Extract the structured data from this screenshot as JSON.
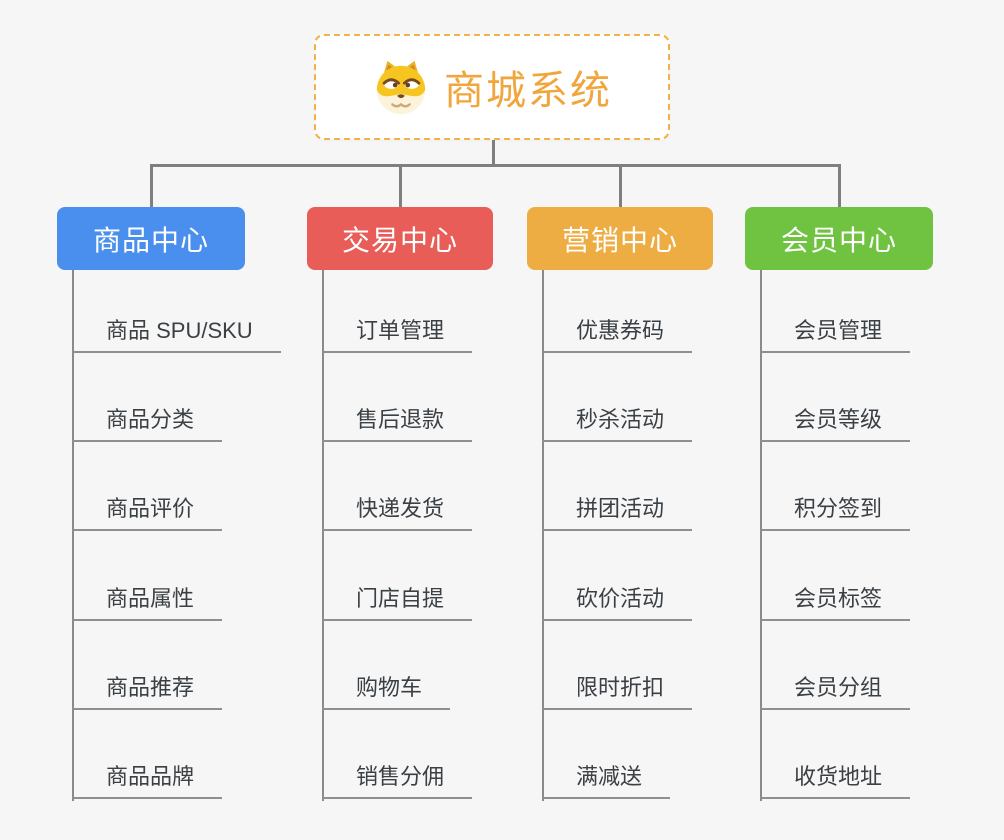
{
  "root": {
    "title": "商城系统",
    "icon": "doge-icon",
    "title_color": "#f0a63c",
    "border_color": "#f2b14a"
  },
  "branches": [
    {
      "label": "商品中心",
      "color": "#4a8fee",
      "children": [
        "商品 SPU/SKU",
        "商品分类",
        "商品评价",
        "商品属性",
        "商品推荐",
        "商品品牌"
      ]
    },
    {
      "label": "交易中心",
      "color": "#e95d58",
      "children": [
        "订单管理",
        "售后退款",
        "快递发货",
        "门店自提",
        "购物车",
        "销售分佣"
      ]
    },
    {
      "label": "营销中心",
      "color": "#edad43",
      "children": [
        "优惠券码",
        "秒杀活动",
        "拼团活动",
        "砍价活动",
        "限时折扣",
        "满减送"
      ]
    },
    {
      "label": "会员中心",
      "color": "#70c241",
      "children": [
        "会员管理",
        "会员等级",
        "积分签到",
        "会员标签",
        "会员分组",
        "收货地址"
      ]
    }
  ],
  "colors": {
    "background": "#f6f6f6",
    "connector": "#7f7f7f",
    "leaf_line": "#8f8f8f",
    "leaf_text": "#3b4045"
  }
}
